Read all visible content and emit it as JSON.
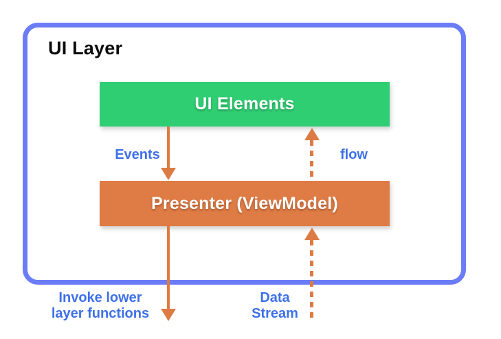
{
  "diagram": {
    "container_label": "UI Layer",
    "boxes": [
      {
        "id": "ui-elements",
        "label": "UI Elements",
        "color": "#30CE73"
      },
      {
        "id": "presenter",
        "label": "Presenter (ViewModel)",
        "color": "#DF7C45"
      }
    ],
    "arrows": [
      {
        "from": "ui-elements",
        "to": "presenter",
        "style": "solid",
        "direction": "down",
        "label": "Events"
      },
      {
        "from": "presenter",
        "to": "ui-elements",
        "style": "dashed",
        "direction": "up",
        "label": "flow"
      },
      {
        "from": "presenter",
        "to": "outside-below",
        "style": "solid",
        "direction": "down",
        "label": "Invoke lower\nlayer functions"
      },
      {
        "from": "outside-below",
        "to": "presenter",
        "style": "dashed",
        "direction": "up",
        "label": "Data\nStream"
      }
    ]
  },
  "colors": {
    "outline-blue": "#6B7CF7",
    "label-blue": "#3D70E8",
    "box-green": "#30CE73",
    "box-orange": "#DF7C45",
    "arrow-orange": "#DD7B44",
    "title-black": "#0B0B0B",
    "box-text-white": "#FFFFFF",
    "background": "#FFFFFF"
  }
}
